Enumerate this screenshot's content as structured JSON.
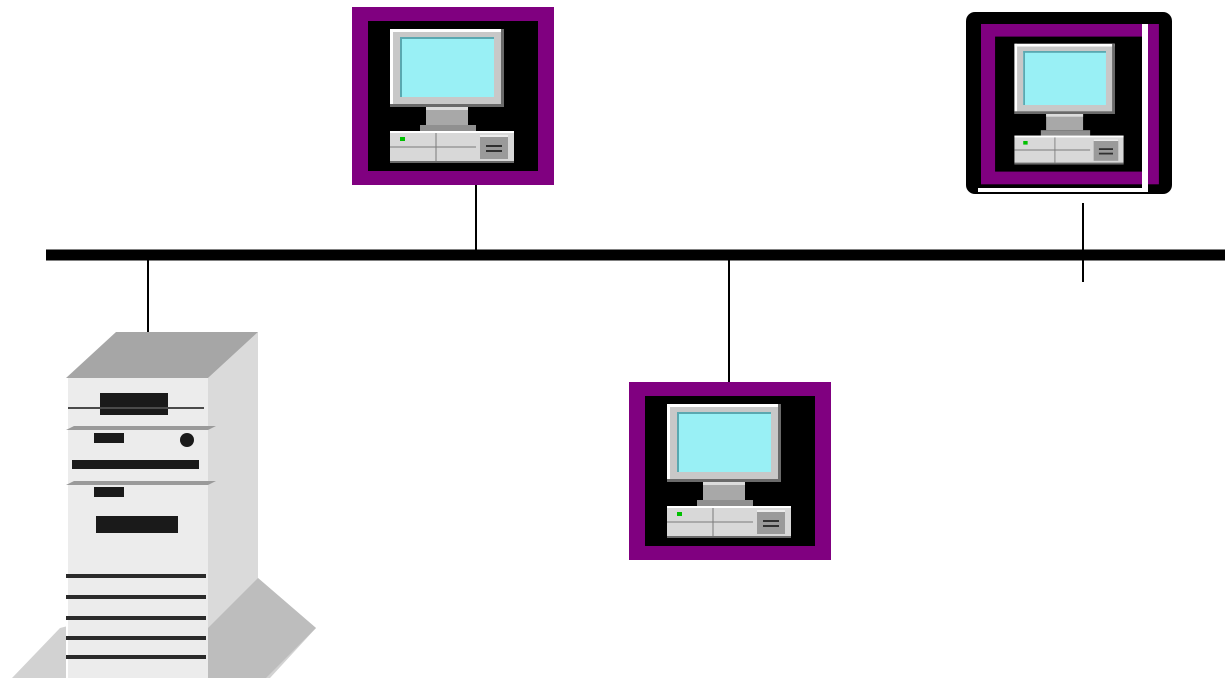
{
  "diagram": {
    "type": "bus-network-topology",
    "colors": {
      "background": "#ffffff",
      "bus_line": "#000000",
      "drop_line": "#000000",
      "workstation_frame": "#800080",
      "workstation_inner": "#000000",
      "workstation_selected_border": "#000000",
      "monitor_bezel": "#c0c0c0",
      "monitor_screen": "#99f0f5",
      "power_led": "#00c000",
      "server_body": "#e0e0e0",
      "server_top": "#a0a0a0",
      "server_slot": "#202020"
    },
    "nodes": [
      {
        "id": "server",
        "kind": "server-tower",
        "icon": "server-tower-icon"
      },
      {
        "id": "workstation-1",
        "kind": "workstation",
        "icon": "workstation-icon",
        "selected": false
      },
      {
        "id": "workstation-2",
        "kind": "workstation",
        "icon": "workstation-icon",
        "selected": false
      },
      {
        "id": "workstation-3",
        "kind": "workstation",
        "icon": "workstation-icon",
        "selected": true
      }
    ],
    "links": [
      {
        "from": "server",
        "to": "bus"
      },
      {
        "from": "workstation-1",
        "to": "bus"
      },
      {
        "from": "workstation-2",
        "to": "bus"
      },
      {
        "from": "workstation-3",
        "to": "bus"
      }
    ]
  }
}
